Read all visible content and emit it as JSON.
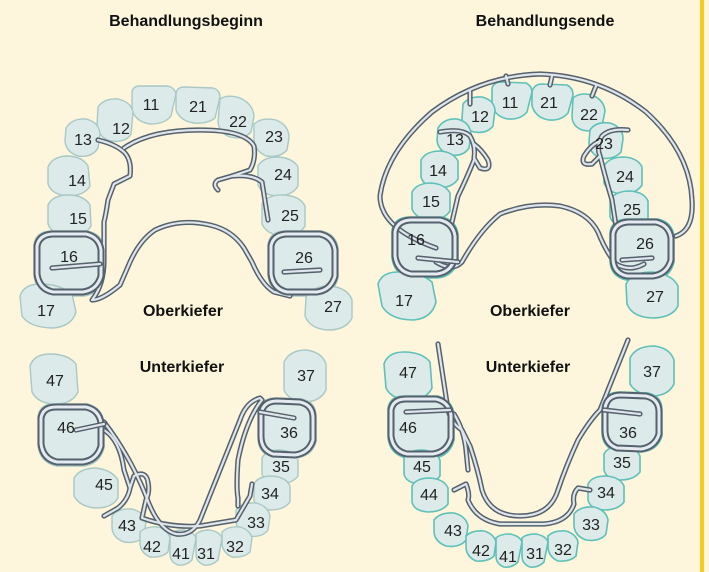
{
  "colors": {
    "panel_background": "#fdf6dc",
    "right_border": "#f2cc1f",
    "tooth_fill": "#dcebea",
    "tooth_outline_start": "#a9c8c5",
    "tooth_outline_end": "#5fc0b8",
    "wire": "#55616c"
  },
  "headings": {
    "start": "Behandlungsbeginn",
    "end": "Behandlungsende"
  },
  "panels": {
    "upper_start": {
      "label": "Oberkiefer",
      "teeth": [
        {
          "id": "11",
          "label": "11"
        },
        {
          "id": "21",
          "label": "21"
        },
        {
          "id": "12",
          "label": "12"
        },
        {
          "id": "22",
          "label": "22"
        },
        {
          "id": "13",
          "label": "13"
        },
        {
          "id": "23",
          "label": "23"
        },
        {
          "id": "14",
          "label": "14"
        },
        {
          "id": "24",
          "label": "24"
        },
        {
          "id": "15",
          "label": "15"
        },
        {
          "id": "25",
          "label": "25"
        },
        {
          "id": "16",
          "label": "16"
        },
        {
          "id": "26",
          "label": "26"
        },
        {
          "id": "17",
          "label": "17"
        },
        {
          "id": "27",
          "label": "27"
        }
      ]
    },
    "upper_end": {
      "label": "Oberkiefer",
      "teeth": [
        {
          "id": "11",
          "label": "11"
        },
        {
          "id": "21",
          "label": "21"
        },
        {
          "id": "12",
          "label": "12"
        },
        {
          "id": "22",
          "label": "22"
        },
        {
          "id": "13",
          "label": "13"
        },
        {
          "id": "23",
          "label": "23"
        },
        {
          "id": "14",
          "label": "14"
        },
        {
          "id": "24",
          "label": "24"
        },
        {
          "id": "15",
          "label": "15"
        },
        {
          "id": "25",
          "label": "25"
        },
        {
          "id": "16",
          "label": "16"
        },
        {
          "id": "26",
          "label": "26"
        },
        {
          "id": "17",
          "label": "17"
        },
        {
          "id": "27",
          "label": "27"
        }
      ]
    },
    "lower_start": {
      "label": "Unterkiefer",
      "teeth": [
        {
          "id": "47",
          "label": "47"
        },
        {
          "id": "37",
          "label": "37"
        },
        {
          "id": "46",
          "label": "46"
        },
        {
          "id": "36",
          "label": "36"
        },
        {
          "id": "35",
          "label": "35"
        },
        {
          "id": "34",
          "label": "34"
        },
        {
          "id": "45",
          "label": "45"
        },
        {
          "id": "33",
          "label": "33"
        },
        {
          "id": "43",
          "label": "43"
        },
        {
          "id": "42",
          "label": "42"
        },
        {
          "id": "41",
          "label": "41"
        },
        {
          "id": "31",
          "label": "31"
        },
        {
          "id": "32",
          "label": "32"
        }
      ]
    },
    "lower_end": {
      "label": "Unterkiefer",
      "teeth": [
        {
          "id": "47",
          "label": "47"
        },
        {
          "id": "37",
          "label": "37"
        },
        {
          "id": "46",
          "label": "46"
        },
        {
          "id": "36",
          "label": "36"
        },
        {
          "id": "45",
          "label": "45"
        },
        {
          "id": "35",
          "label": "35"
        },
        {
          "id": "44",
          "label": "44"
        },
        {
          "id": "34",
          "label": "34"
        },
        {
          "id": "43",
          "label": "43"
        },
        {
          "id": "33",
          "label": "33"
        },
        {
          "id": "42",
          "label": "42"
        },
        {
          "id": "41",
          "label": "41"
        },
        {
          "id": "31",
          "label": "31"
        },
        {
          "id": "32",
          "label": "32"
        }
      ]
    }
  }
}
